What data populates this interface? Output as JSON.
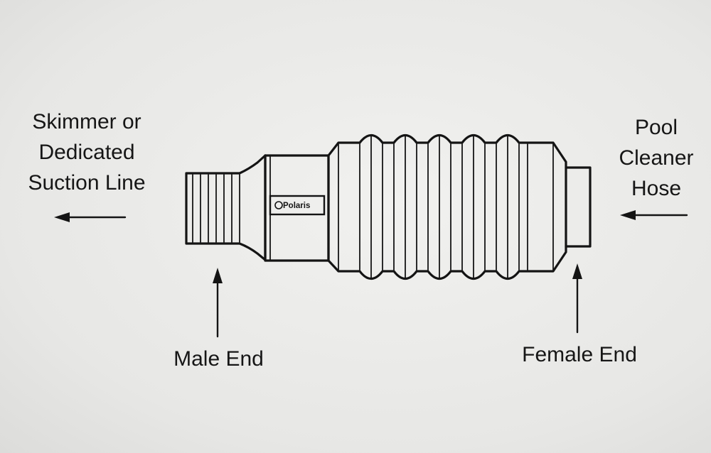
{
  "labels": {
    "left_line1": "Skimmer or",
    "left_line2": "Dedicated",
    "left_line3": "Suction Line",
    "right_line1": "Pool",
    "right_line2": "Cleaner",
    "right_line3": "Hose",
    "male_end": "Male End",
    "female_end": "Female End"
  },
  "brand": {
    "logo_text": "Polaris"
  },
  "colors": {
    "paper": "#e9e9e7",
    "ink": "#141414"
  },
  "icons": {
    "flow_arrows": "arrow-left-icon",
    "pointer_arrows": "arrow-up-icon"
  }
}
